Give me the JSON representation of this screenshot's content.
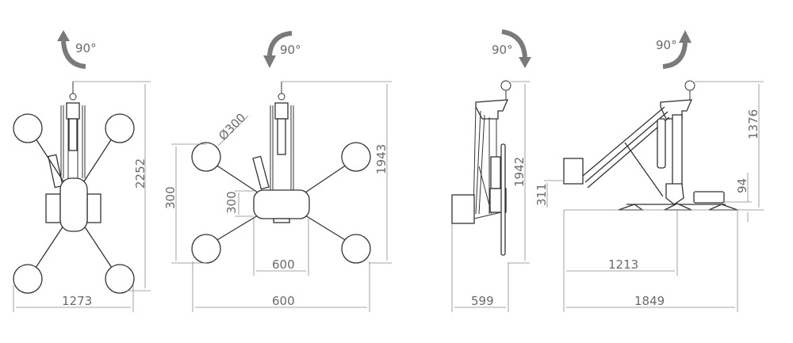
{
  "title": "Vacuum lifter dimension drawing",
  "colors": {
    "line": "#333333",
    "dimension": "#8a8a8a",
    "text": "#6a6a6a",
    "arrow": "#7a7a7a"
  },
  "views": [
    {
      "name": "top-view-vertical",
      "rotation_label": "90°",
      "rotation_direction": "counter-clockwise-up",
      "dims": {
        "height": "2252",
        "width": "1273"
      }
    },
    {
      "name": "top-view-horizontal",
      "rotation_label": "90°",
      "rotation_direction": "counter-clockwise-down",
      "dims": {
        "height": "1943",
        "pad_diameter": "Ø300",
        "pad_spacing_vertical": "300",
        "body_height": "300",
        "body_width": "600",
        "overall_width": "600"
      }
    },
    {
      "name": "side-view-vertical",
      "rotation_label": "90°",
      "rotation_direction": "clockwise-down",
      "dims": {
        "height": "1942",
        "depth": "599"
      }
    },
    {
      "name": "side-view-horizontal",
      "rotation_label": "90°",
      "rotation_direction": "clockwise-up",
      "dims": {
        "height": "1376",
        "small_offset": "94",
        "control_height": "311",
        "hook_offset": "1213",
        "length": "1849"
      }
    }
  ]
}
